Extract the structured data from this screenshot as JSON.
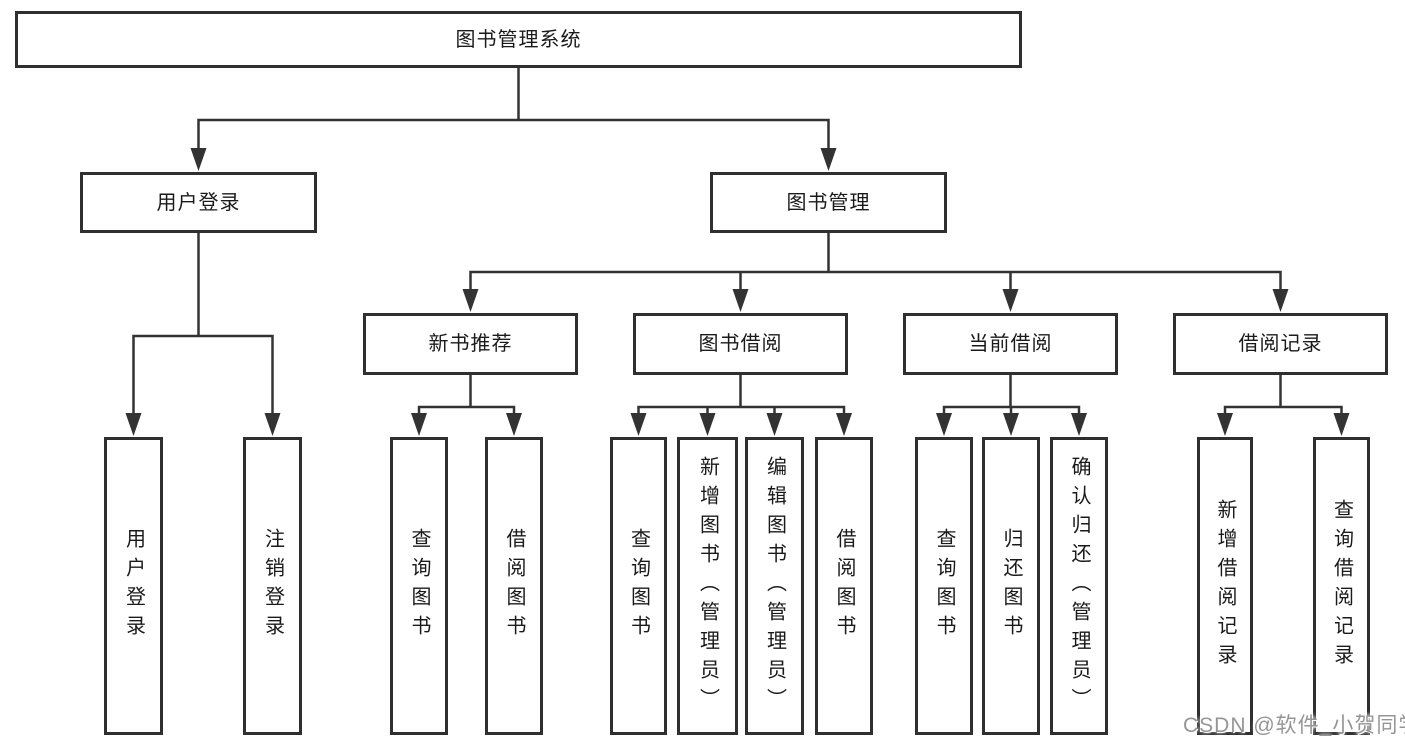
{
  "page": {
    "background_color": "#ffffff",
    "line_color": "#333333",
    "box_border_color": "#2f2f2f",
    "text_color": "#1a1a1a",
    "watermark_color": "#969696"
  },
  "tree": {
    "root": {
      "label": "图书管理系统"
    },
    "branches": [
      {
        "label": "用户登录",
        "children": [
          {
            "label": "用户登录"
          },
          {
            "label": "注销登录"
          }
        ]
      },
      {
        "label": "图书管理",
        "groups": [
          {
            "label": "新书推荐",
            "children": [
              {
                "label": "查询图书"
              },
              {
                "label": "借阅图书"
              }
            ]
          },
          {
            "label": "图书借阅",
            "children": [
              {
                "label": "查询图书"
              },
              {
                "label": "新增图书（管理员）"
              },
              {
                "label": "编辑图书（管理员）"
              },
              {
                "label": "借阅图书"
              }
            ]
          },
          {
            "label": "当前借阅",
            "children": [
              {
                "label": "查询图书"
              },
              {
                "label": "归还图书"
              },
              {
                "label": "确认归还（管理员）"
              }
            ]
          },
          {
            "label": "借阅记录",
            "children": [
              {
                "label": "新增借阅记录"
              },
              {
                "label": "查询借阅记录"
              }
            ]
          }
        ]
      }
    ]
  },
  "watermark": {
    "text": "CSDN @软件_小贺同学"
  }
}
